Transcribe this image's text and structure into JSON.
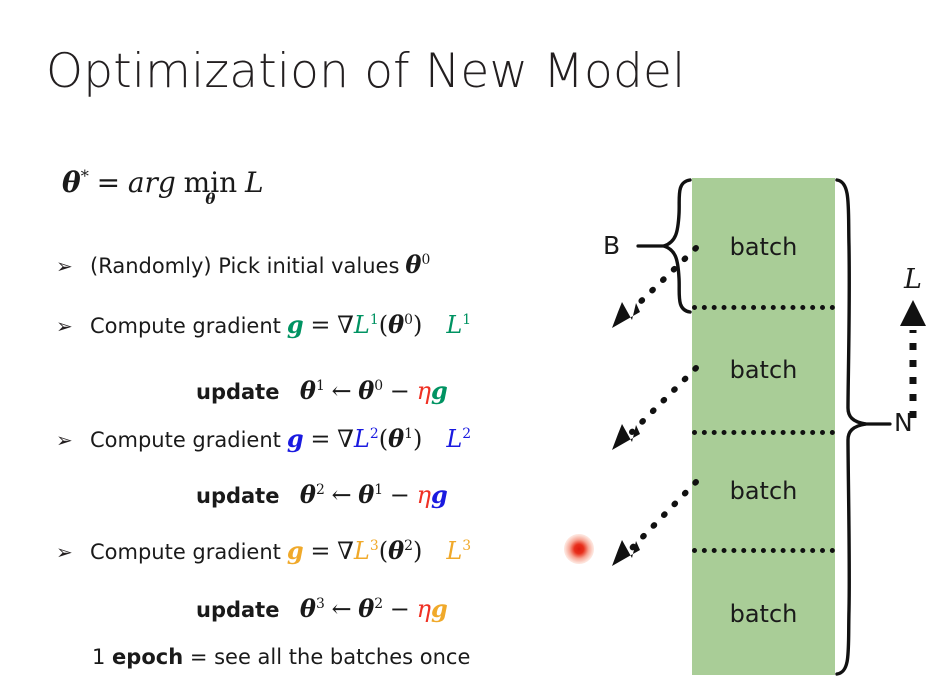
{
  "slide": {
    "title": "Optimization of New Model",
    "background_color": "#ffffff",
    "text_color": "#1a1a1a"
  },
  "objective": {
    "theta": "θ",
    "star": "*",
    "equals": "=",
    "arg": "arg",
    "min": "min",
    "sub_theta": "θ",
    "loss": "L"
  },
  "colors": {
    "green": "#009362",
    "blue": "#1a1ae0",
    "orange": "#f0a92a",
    "red": "#ef3124",
    "batch_green": "#a9cd97",
    "ink": "#1a1a1a"
  },
  "bullets": [
    {
      "marker": "➢",
      "text": "(Randomly) Pick initial values",
      "math": "θ",
      "math_sup": "0",
      "trailing_loss": "",
      "trailing_sup": "",
      "accent": "#1a1a1a"
    },
    {
      "marker": "➢",
      "text": "Compute gradient",
      "grad_symbol": "g",
      "equals": "=",
      "nabla": "∇",
      "loss": "L",
      "loss_sup": "1",
      "arg_theta": "θ",
      "arg_sup": "0",
      "trailing_loss": "L",
      "trailing_sup": "1",
      "accent": "#009362"
    },
    {
      "marker": "➢",
      "text": "Compute gradient",
      "grad_symbol": "g",
      "equals": "=",
      "nabla": "∇",
      "loss": "L",
      "loss_sup": "2",
      "arg_theta": "θ",
      "arg_sup": "1",
      "trailing_loss": "L",
      "trailing_sup": "2",
      "accent": "#1a1ae0"
    },
    {
      "marker": "➢",
      "text": "Compute gradient",
      "grad_symbol": "g",
      "equals": "=",
      "nabla": "∇",
      "loss": "L",
      "loss_sup": "3",
      "arg_theta": "θ",
      "arg_sup": "2",
      "trailing_loss": "L",
      "trailing_sup": "3",
      "accent": "#f0a92a"
    }
  ],
  "updates": [
    {
      "word": "update",
      "lhs": "θ",
      "lhs_sup": "1",
      "arrow": "←",
      "rhs": "θ",
      "rhs_sup": "0",
      "minus": "−",
      "eta": "η",
      "grad": "g",
      "grad_color": "#009362",
      "eta_color": "#ef3124"
    },
    {
      "word": "update",
      "lhs": "θ",
      "lhs_sup": "2",
      "arrow": "←",
      "rhs": "θ",
      "rhs_sup": "1",
      "minus": "−",
      "eta": "η",
      "grad": "g",
      "grad_color": "#1a1ae0",
      "eta_color": "#ef3124"
    },
    {
      "word": "update",
      "lhs": "θ",
      "lhs_sup": "3",
      "arrow": "←",
      "rhs": "θ",
      "rhs_sup": "2",
      "minus": "−",
      "eta": "η",
      "grad": "g",
      "grad_color": "#f0a92a",
      "eta_color": "#ef3124"
    }
  ],
  "epoch_note": {
    "prefix": "1 ",
    "bold": "epoch",
    "suffix": " = see all the batches once"
  },
  "diagram": {
    "batches": [
      "batch",
      "batch",
      "batch",
      "batch"
    ],
    "brace_left_label": "B",
    "brace_right_label": "N",
    "axis_label": "L",
    "column_color": "#a9cd97",
    "divider_style": "dotted",
    "arrow_style": "dotted",
    "laser_pointer": {
      "visible": true,
      "color": "#e01b10"
    }
  }
}
